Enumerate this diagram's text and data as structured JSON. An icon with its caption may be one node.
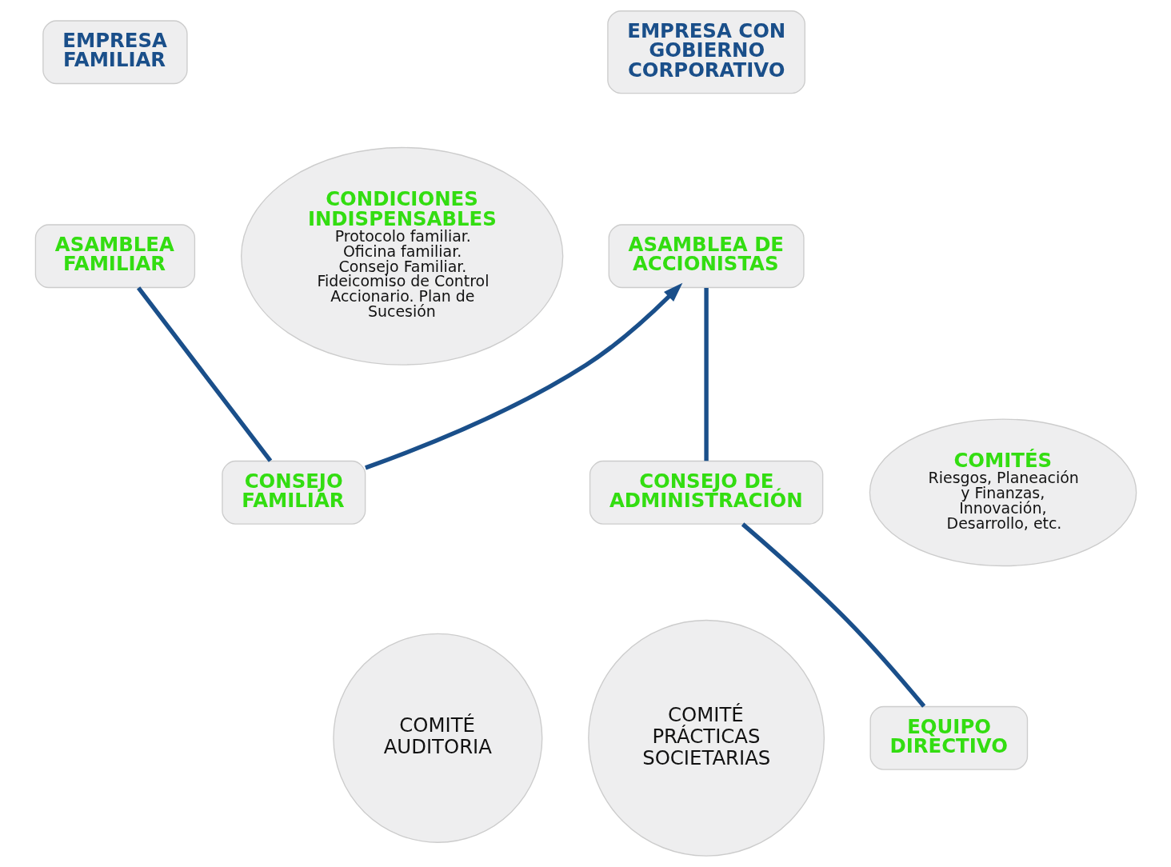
{
  "diagram": {
    "nodes": [
      {
        "text": [
          "EMPRESA FAMILIAR"
        ]
      },
      {
        "text": [
          "EMPRESA CON GOBIERNO CORPORATIVO"
        ]
      },
      {
        "text": [
          "CONDICIONES INDISPENSABLES",
          "Protocolo familiar. Oficina familiar. Consejo Familiar. Fideicomiso de Control Accionario. Plan de Sucesión"
        ]
      },
      {
        "text": [
          "ASAMBLEA FAMILIAR"
        ]
      },
      {
        "text": [
          "CONSEJO FAMILIAR"
        ]
      },
      {
        "text": [
          "ASAMBLEA DE ACCIONISTAS"
        ]
      },
      {
        "text": [
          "CONSEJO DE ADMINISTRACIÓN"
        ]
      },
      {
        "text": [
          "COMITÉ AUDITORIA"
        ]
      },
      {
        "text": [
          "COMITÉ PRÁCTICAS SOCIETARIAS"
        ]
      },
      {
        "text": [
          "COMITÉS",
          "Riesgos, Planeación y Finanzas, Innovación, Desarrollo, etc."
        ]
      },
      {
        "text": [
          "EQUIPO DIRECTIVO"
        ]
      }
    ],
    "edges": [
      {
        "from": 3,
        "to": 4,
        "arrow": "none"
      },
      {
        "from": 4,
        "to": 5,
        "arrow": "to"
      },
      {
        "from": 5,
        "to": 6,
        "arrow": "none"
      },
      {
        "from": 6,
        "to": 10,
        "arrow": "none"
      }
    ]
  }
}
